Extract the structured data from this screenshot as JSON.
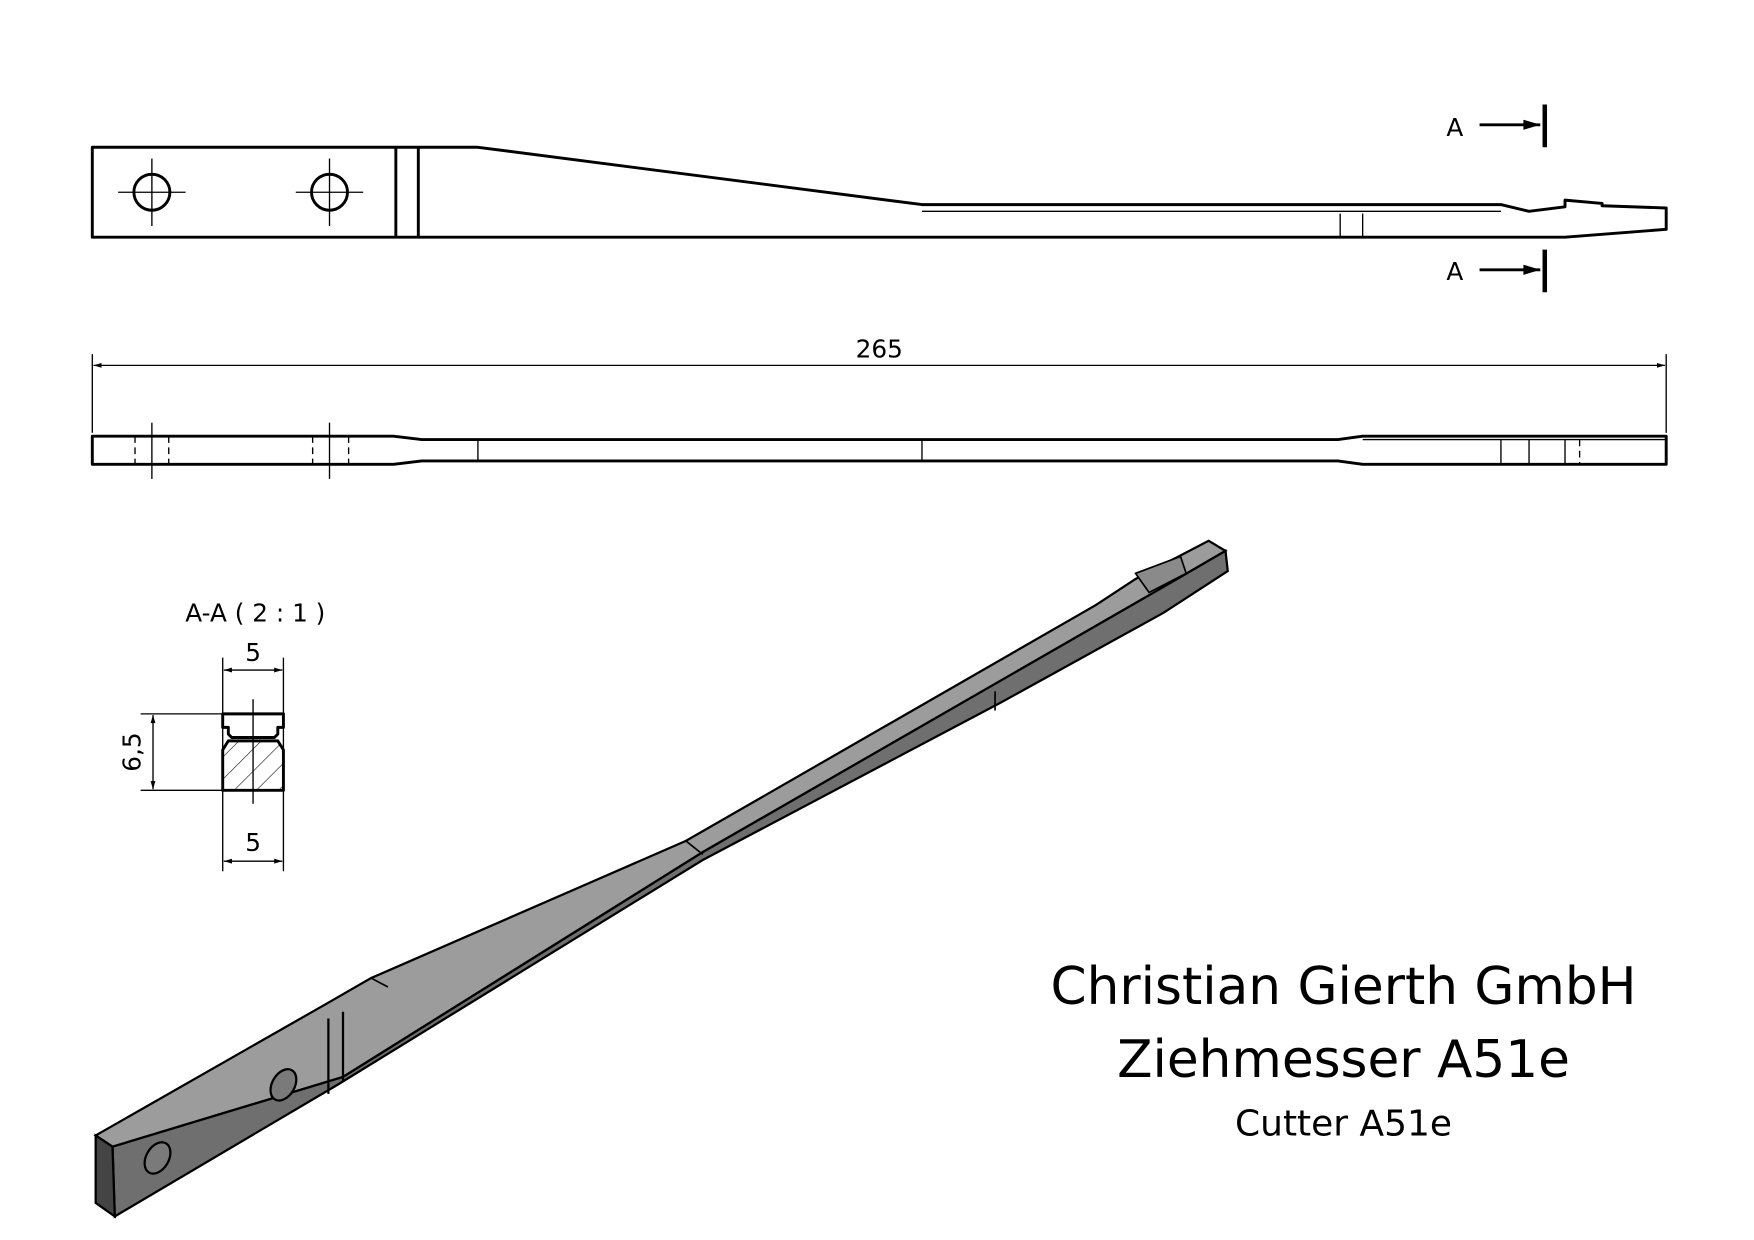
{
  "section_marks": {
    "top_label": "A",
    "bottom_label": "A"
  },
  "dimensions": {
    "overall_length": "265"
  },
  "section_view": {
    "title": "A-A ( 2 : 1 )",
    "top_width": "5",
    "height": "6,5",
    "bottom_width": "5"
  },
  "title_block": {
    "company": "Christian Gierth GmbH",
    "product_de": "Ziehmesser A51e",
    "product_en": "Cutter A51e"
  },
  "colors": {
    "top_face": "#9c9c9c",
    "side_face": "#6f6f6f",
    "end_face": "#444444"
  }
}
